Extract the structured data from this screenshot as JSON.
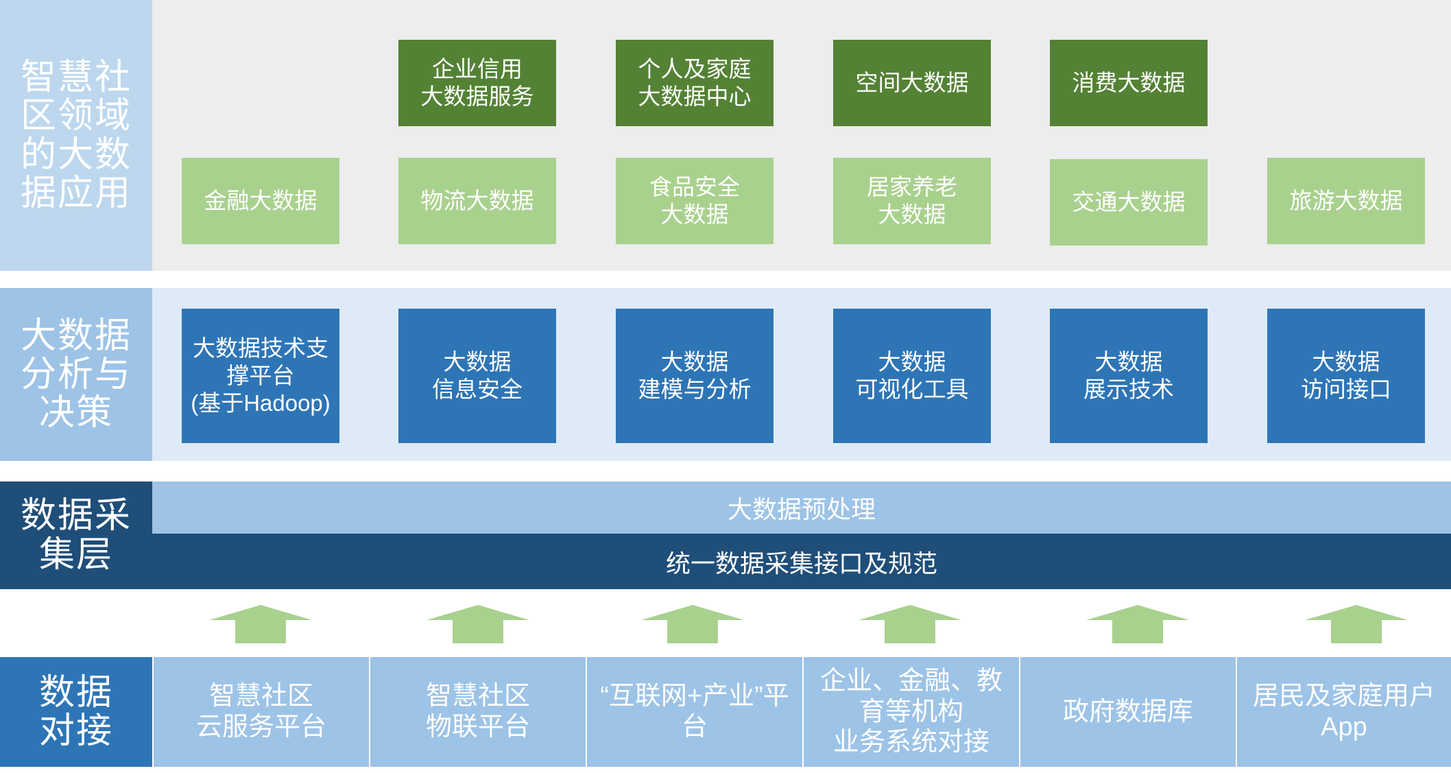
{
  "colors": {
    "label_app": "#bdd7ee",
    "label_analysis": "#9dc3e6",
    "label_collection": "#1f4e79",
    "label_connection": "#2e75b6",
    "dark_green": "#548235",
    "light_green": "#a9d18e",
    "blue": "#2e75b6",
    "arrow_green": "#a9d18e"
  },
  "layers": {
    "application": "智慧社\n区领域\n的大数\n据应用",
    "analysis": "大数据\n分析与\n决策",
    "collection": "数据采\n集层",
    "connection": "数据\n对接"
  },
  "application": {
    "top_row": [
      "企业信用\n大数据服务",
      "个人及家庭\n大数据中心",
      "空间大数据",
      "消费大数据"
    ],
    "bottom_row": [
      "金融大数据",
      "物流大数据",
      "食品安全\n大数据",
      "居家养老\n大数据",
      "交通大数据",
      "旅游大数据"
    ]
  },
  "analysis": {
    "items": [
      "大数据技术支\n撑平台\n(基于Hadoop)",
      "大数据\n信息安全",
      "大数据\n建模与分析",
      "大数据\n可视化工具",
      "大数据\n展示技术",
      "大数据\n访问接口"
    ]
  },
  "collection": {
    "preprocess": "大数据预处理",
    "unified": "统一数据采集接口及规范"
  },
  "arrows": {
    "icon": "up-arrow-icon",
    "count": 6
  },
  "sources": {
    "items": [
      "智慧社区\n云服务平台",
      "智慧社区\n物联平台",
      "“互联网+产业”平\n台",
      "企业、金融、教\n育等机构\n业务系统对接",
      "政府数据库",
      "居民及家庭用户\nApp"
    ]
  }
}
